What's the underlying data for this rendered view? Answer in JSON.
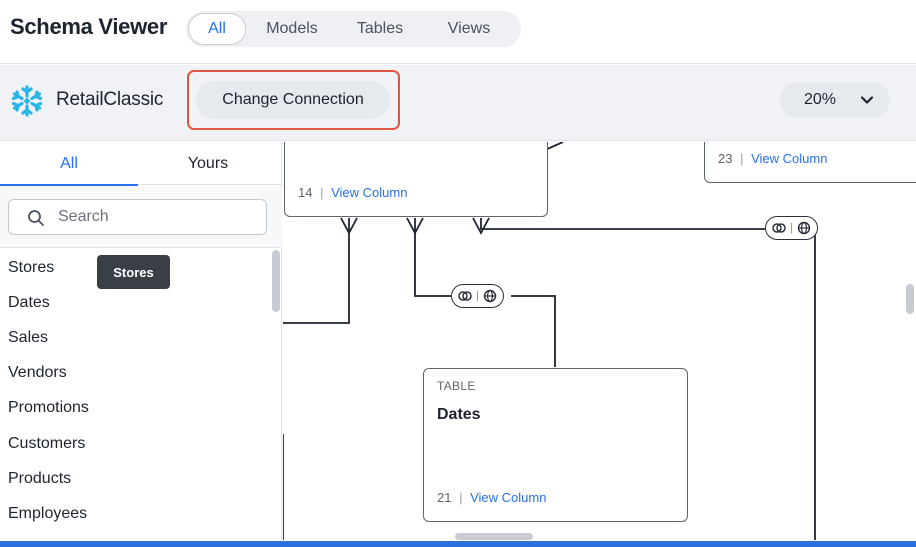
{
  "header": {
    "title": "Schema Viewer",
    "tabs": [
      {
        "label": "All",
        "active": true
      },
      {
        "label": "Models",
        "active": false
      },
      {
        "label": "Tables",
        "active": false
      },
      {
        "label": "Views",
        "active": false
      }
    ]
  },
  "connection": {
    "logo_icon": "snowflake-icon",
    "name": "RetailClassic",
    "change_label": "Change Connection",
    "zoom_value": "20%",
    "highlight_color": "#e0553f"
  },
  "left_panel": {
    "tabs": [
      {
        "label": "All",
        "active": true
      },
      {
        "label": "Yours",
        "active": false
      }
    ],
    "search_placeholder": "Search",
    "tooltip": "Stores",
    "tables": [
      "Stores",
      "Dates",
      "Sales",
      "Vendors",
      "Promotions",
      "Customers",
      "Products",
      "Employees"
    ]
  },
  "canvas": {
    "cards": [
      {
        "id": "top-left",
        "type": "",
        "name": "",
        "count": "14",
        "link": "View Column"
      },
      {
        "id": "top-right",
        "type": "",
        "name": "",
        "count": "23",
        "link": "View Column"
      },
      {
        "id": "dates",
        "type": "TABLE",
        "name": "Dates",
        "count": "21",
        "link": "View Column"
      }
    ],
    "separator": "|",
    "join_badges": [
      {
        "icons": [
          "venn-icon",
          "globe-icon"
        ]
      },
      {
        "icons": [
          "venn-icon",
          "globe-icon"
        ]
      }
    ]
  },
  "colors": {
    "accent": "#2770ef",
    "bottom_bar": "#2d6fde"
  }
}
